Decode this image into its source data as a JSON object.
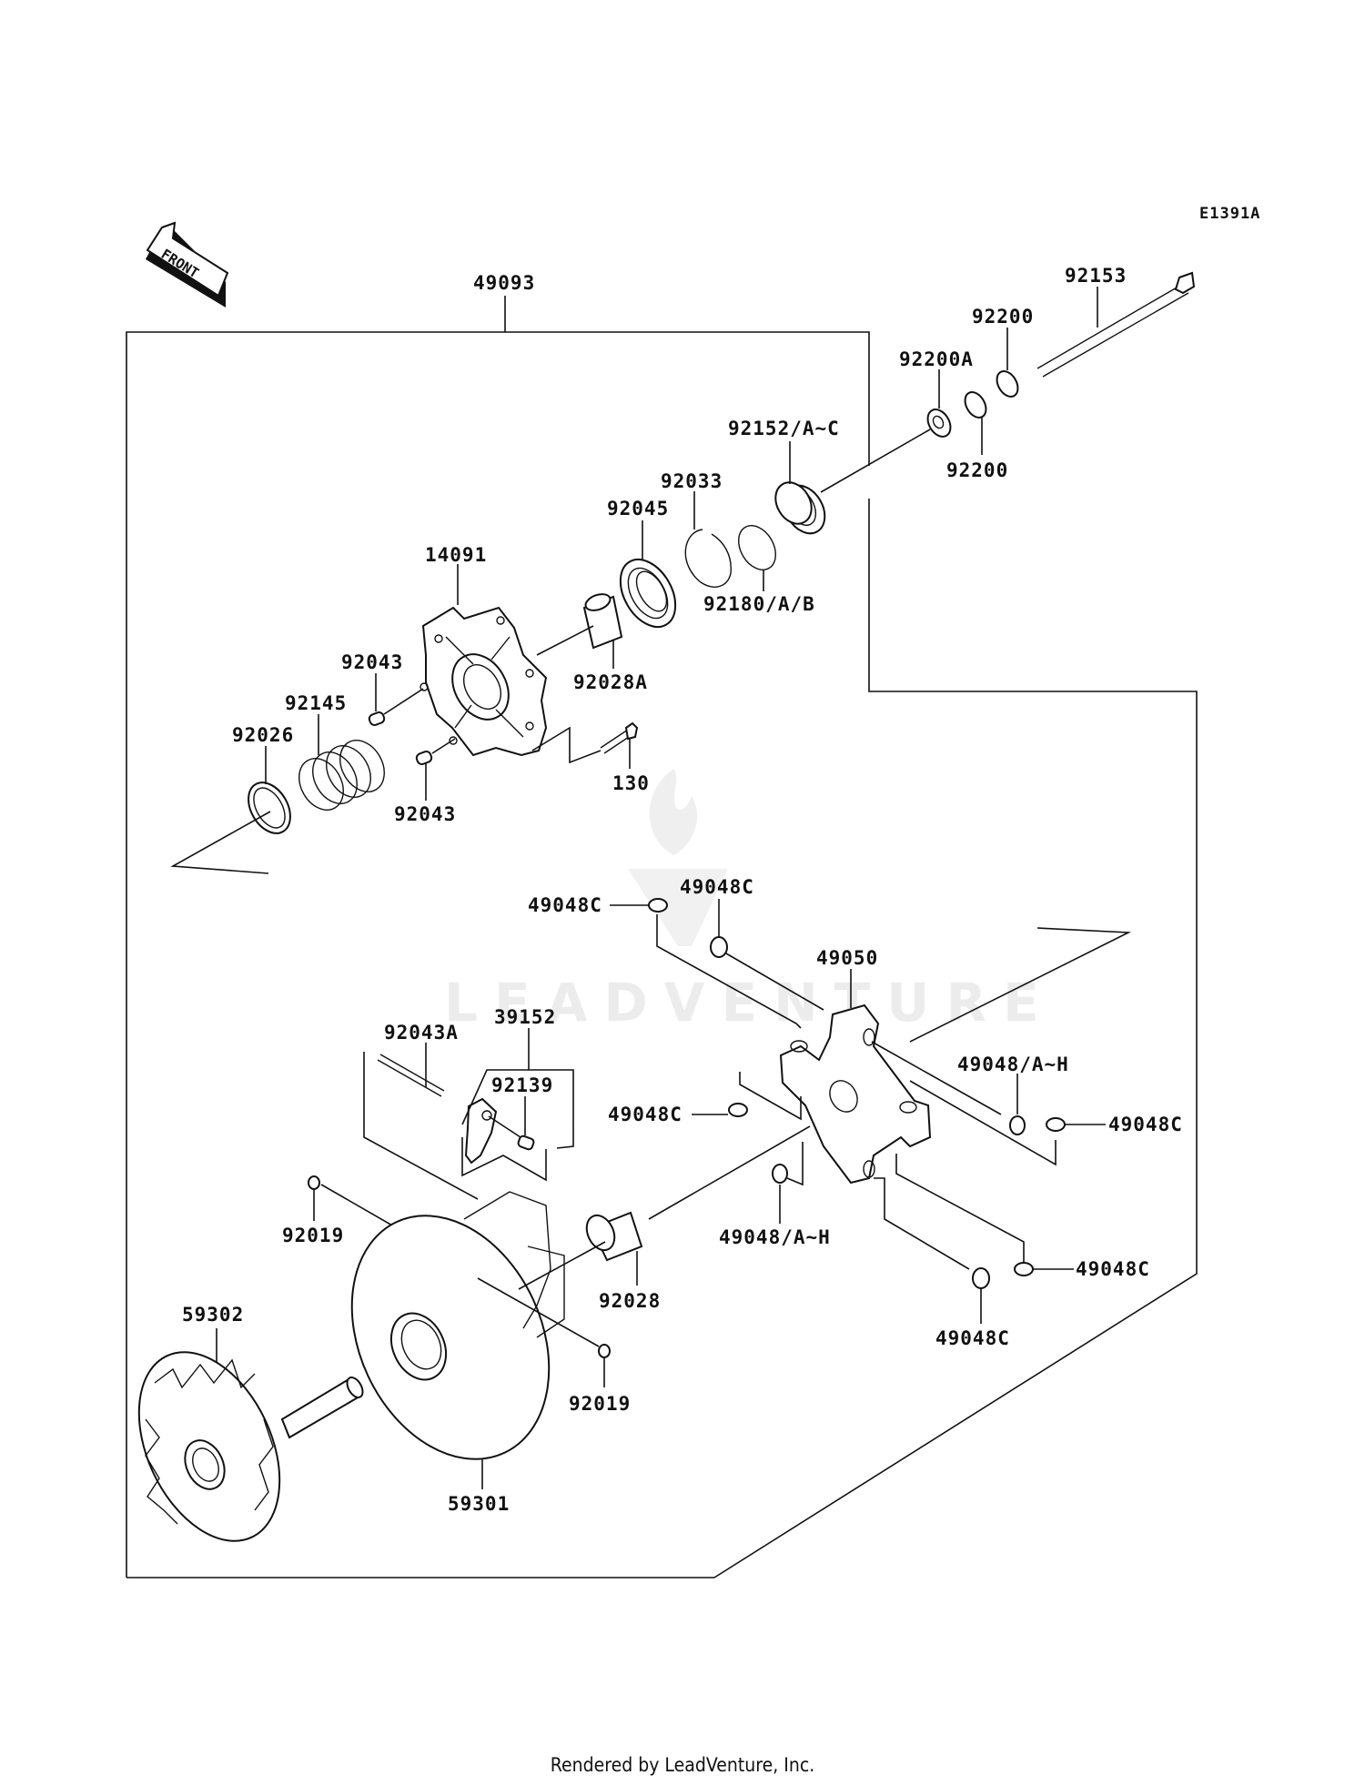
{
  "diagram": {
    "ref_code": "E1391A",
    "front_label": "FRONT",
    "watermark": "LEADVENTURE",
    "footer": "Rendered by LeadVenture, Inc."
  },
  "labels": {
    "p49093": "49093",
    "p92153": "92153",
    "p92200_top": "92200",
    "p92200A": "92200A",
    "p92200_bottom": "92200",
    "p92152": "92152/A~C",
    "p92033": "92033",
    "p92045": "92045",
    "p92180": "92180/A/B",
    "p14091": "14091",
    "p92028A": "92028A",
    "p92043_top": "92043",
    "p92145": "92145",
    "p92026": "92026",
    "p92043_bottom": "92043",
    "p130": "130",
    "p49048C_1": "49048C",
    "p49048C_2": "49048C",
    "p49050": "49050",
    "p92043A": "92043A",
    "p39152": "39152",
    "p92139": "92139",
    "p49048AH_1": "49048/A~H",
    "p49048C_3": "49048C",
    "p49048C_4": "49048C",
    "p92019_left": "92019",
    "p49048AH_2": "49048/A~H",
    "p49048C_5": "49048C",
    "p59302": "59302",
    "p92028": "92028",
    "p49048C_6": "49048C",
    "p92019_right": "92019",
    "p59301": "59301"
  }
}
